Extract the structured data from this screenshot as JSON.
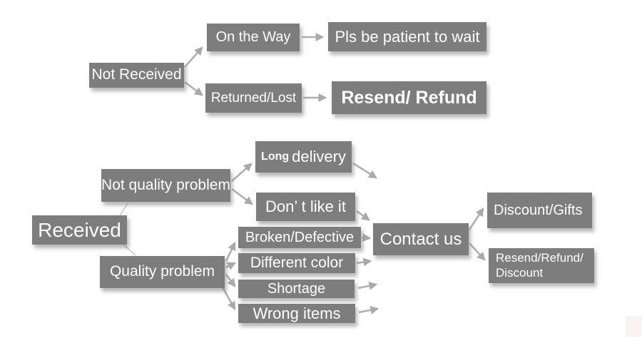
{
  "diagram": {
    "name": "order-issue-resolution-flowchart",
    "colors": {
      "box_bg": "#7d7d7d",
      "box_text": "#ffffff",
      "arrow": "#b0b0b0",
      "thin_line": "#c4c4c4",
      "background": "#ffffff"
    },
    "nodes": {
      "not_received": {
        "label": "Not Received"
      },
      "on_the_way": {
        "label": "On the Way"
      },
      "pls_wait": {
        "label": "Pls be patient to wait"
      },
      "returned_lost": {
        "label": "Returned/Lost"
      },
      "resend_refund": {
        "label": "Resend/ Refund"
      },
      "received": {
        "label": "Received"
      },
      "not_quality_problem": {
        "label": "Not quality problem"
      },
      "long_delivery": {
        "label_small": "Long",
        "label_rest": "delivery"
      },
      "dont_like_it": {
        "label": "Don’ t like it"
      },
      "quality_problem": {
        "label": "Quality problem"
      },
      "broken_defective": {
        "label": "Broken/Defective"
      },
      "different_color": {
        "label": "Different color"
      },
      "shortage": {
        "label": "Shortage"
      },
      "wrong_items": {
        "label": "Wrong items"
      },
      "contact_us": {
        "label": "Contact us"
      },
      "discount_gifts": {
        "label": "Discount/Gifts"
      },
      "resend_refund_discount": {
        "label": "Resend/Refund/\nDiscount"
      }
    },
    "edges": [
      {
        "from": "not_received",
        "to": "on_the_way"
      },
      {
        "from": "on_the_way",
        "to": "pls_wait"
      },
      {
        "from": "not_received",
        "to": "returned_lost"
      },
      {
        "from": "returned_lost",
        "to": "resend_refund"
      },
      {
        "from": "received",
        "to": "not_quality_problem"
      },
      {
        "from": "received",
        "to": "quality_problem"
      },
      {
        "from": "not_quality_problem",
        "to": "long_delivery"
      },
      {
        "from": "not_quality_problem",
        "to": "dont_like_it"
      },
      {
        "from": "long_delivery",
        "to": "contact_us"
      },
      {
        "from": "dont_like_it",
        "to": "contact_us"
      },
      {
        "from": "quality_problem",
        "to": "broken_defective"
      },
      {
        "from": "quality_problem",
        "to": "different_color"
      },
      {
        "from": "quality_problem",
        "to": "shortage"
      },
      {
        "from": "quality_problem",
        "to": "wrong_items"
      },
      {
        "from": "broken_defective",
        "to": "contact_us"
      },
      {
        "from": "different_color",
        "to": "contact_us"
      },
      {
        "from": "shortage",
        "to": "contact_us"
      },
      {
        "from": "wrong_items",
        "to": "contact_us"
      },
      {
        "from": "contact_us",
        "to": "discount_gifts"
      },
      {
        "from": "contact_us",
        "to": "resend_refund_discount"
      }
    ]
  }
}
